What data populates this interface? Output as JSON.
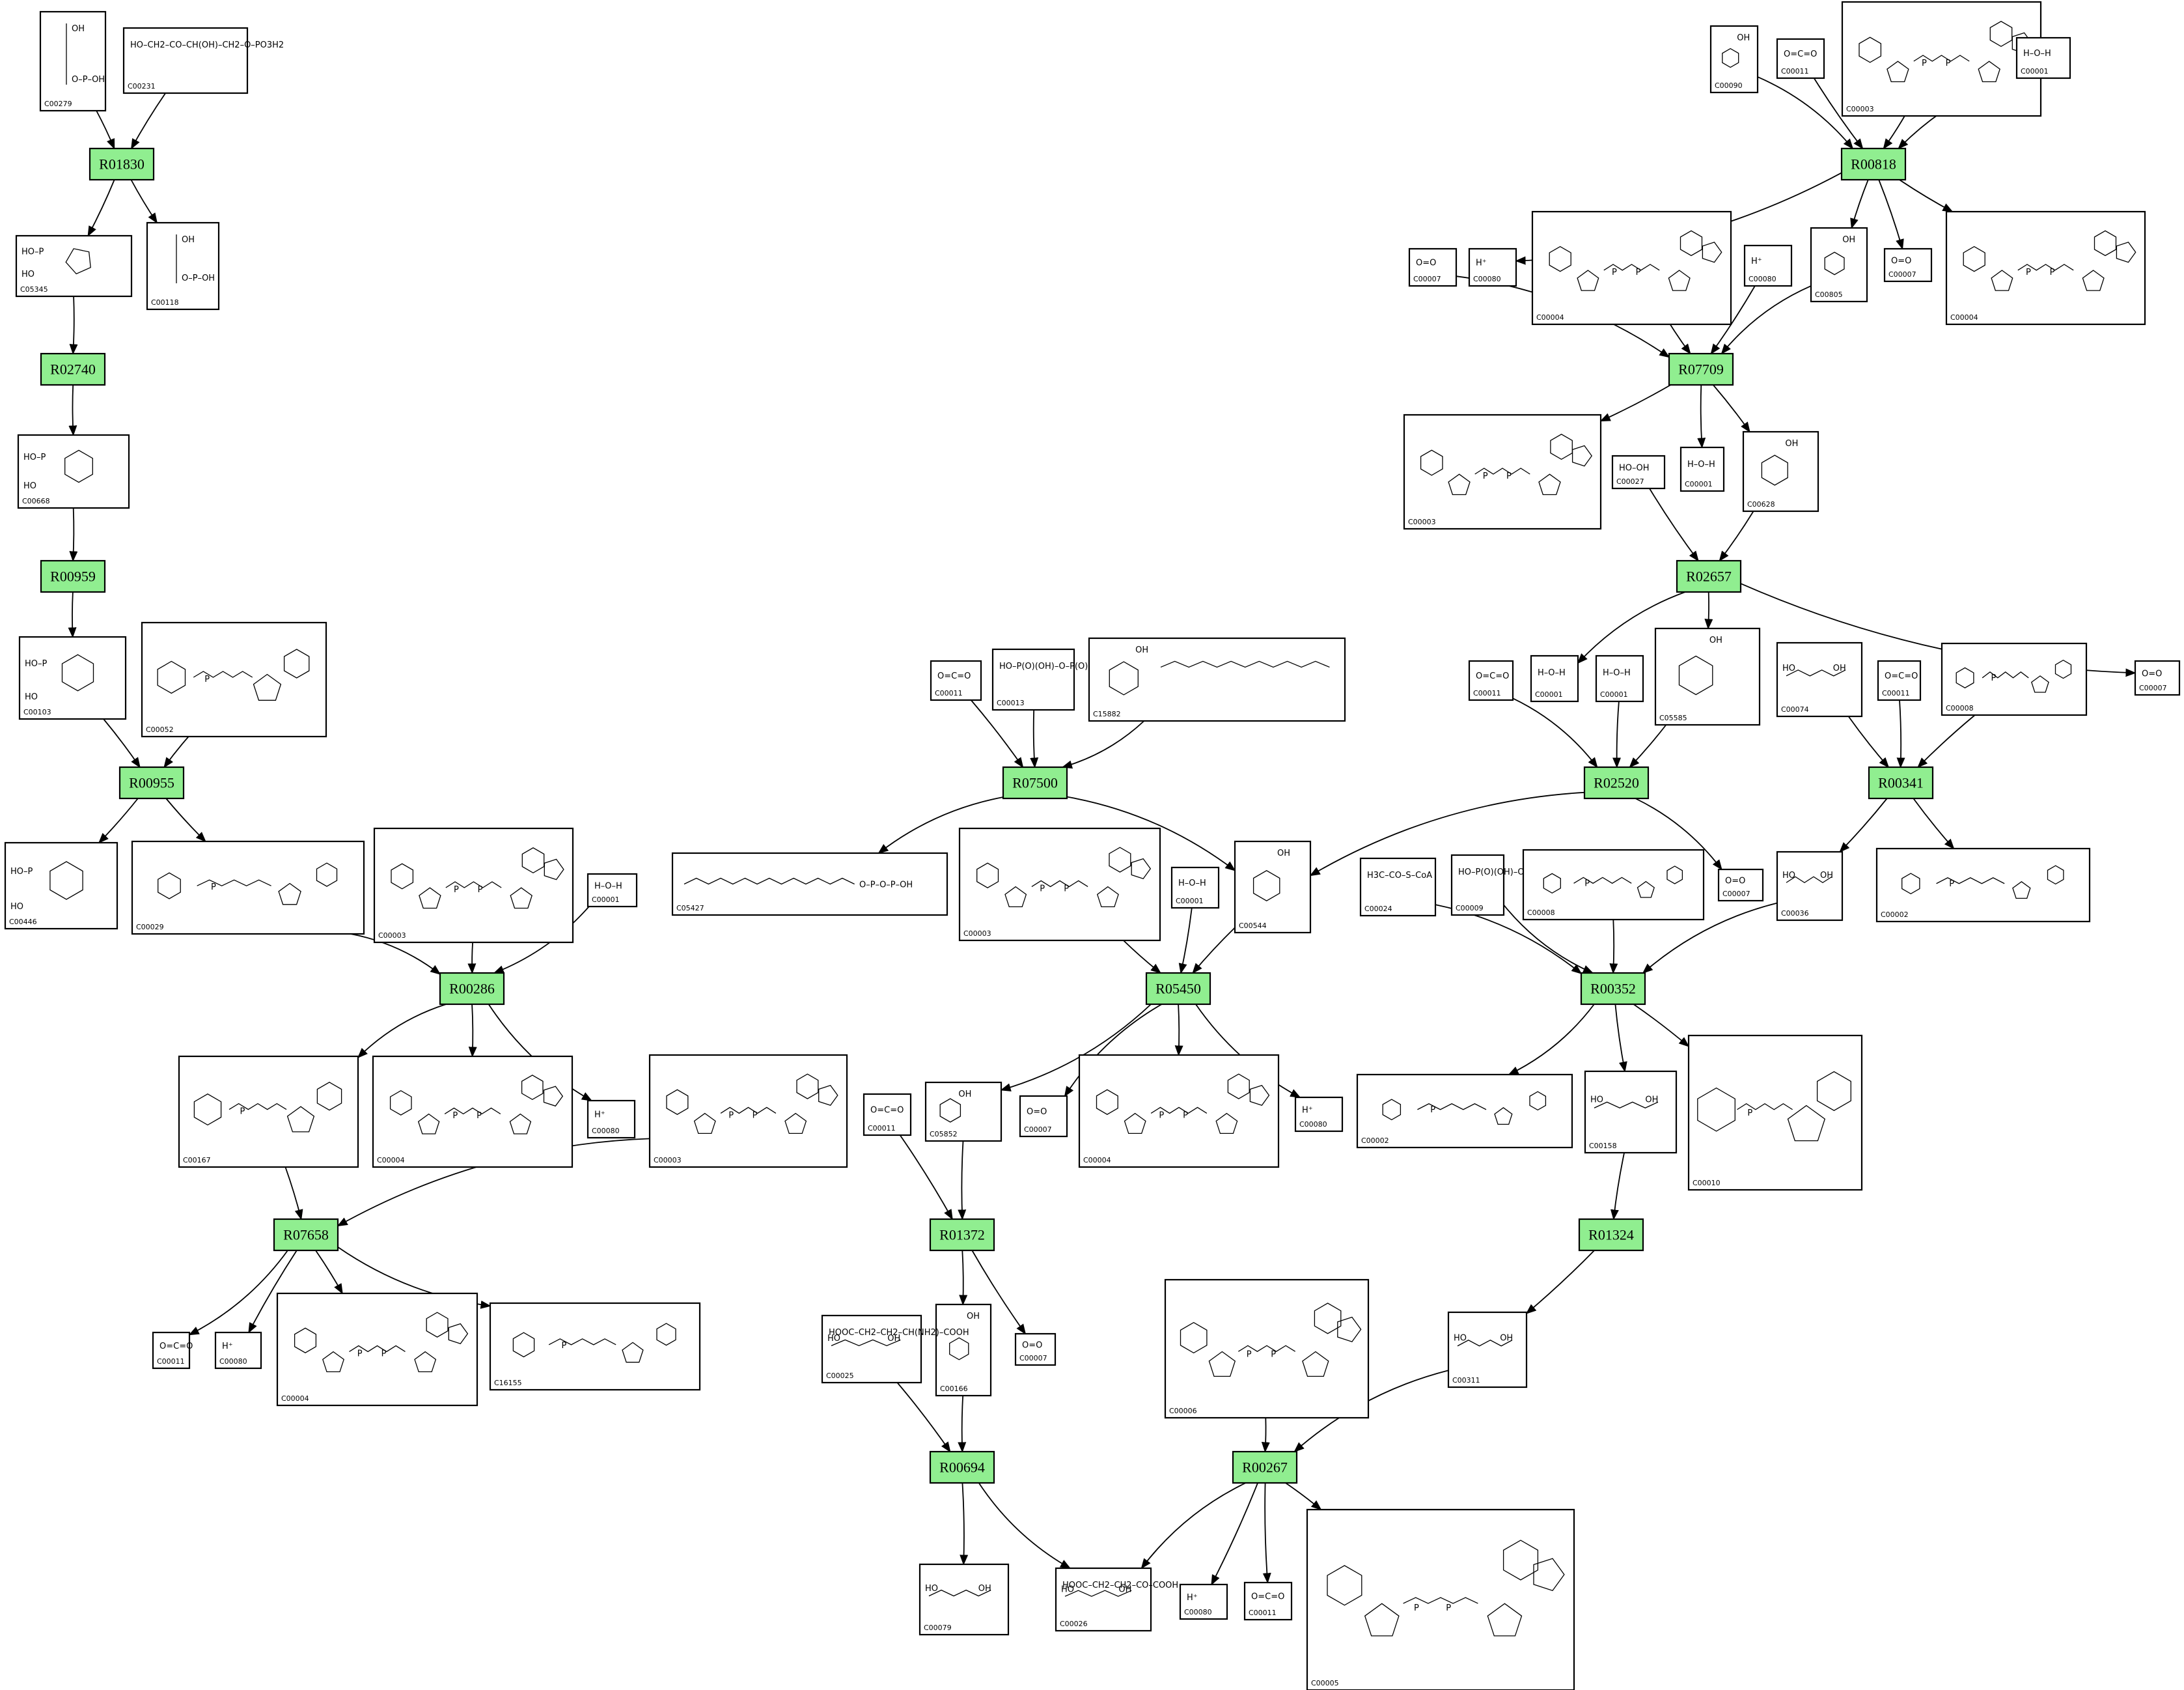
{
  "colors": {
    "reaction_fill": "#90ee90",
    "stroke": "#000000",
    "background": "#ffffff"
  },
  "reactions": [
    {
      "id": "r1",
      "label": "R01830"
    },
    {
      "id": "r2",
      "label": "R02740"
    },
    {
      "id": "r3",
      "label": "R00959"
    },
    {
      "id": "r4",
      "label": "R00955"
    },
    {
      "id": "r5",
      "label": "R00286"
    },
    {
      "id": "r6",
      "label": "R07658"
    },
    {
      "id": "r7",
      "label": "R07500"
    },
    {
      "id": "r8",
      "label": "R05450"
    },
    {
      "id": "r9",
      "label": "R01372"
    },
    {
      "id": "r10",
      "label": "R00694"
    },
    {
      "id": "r11",
      "label": "R00818"
    },
    {
      "id": "r12",
      "label": "R07709"
    },
    {
      "id": "r13",
      "label": "R02657"
    },
    {
      "id": "r14",
      "label": "R02520"
    },
    {
      "id": "r15",
      "label": "R00341"
    },
    {
      "id": "r16",
      "label": "R00352"
    },
    {
      "id": "r17",
      "label": "R01324"
    },
    {
      "id": "r18",
      "label": "R00267"
    }
  ],
  "compounds": [
    {
      "id": "c1",
      "label": "C00279",
      "formula": "",
      "icon": "aldose-phosphate"
    },
    {
      "id": "c2",
      "label": "C00231",
      "formula": "HO–CH2–CO–CH(OH)–CH2–O–PO3H2",
      "icon": "ketose-phosphate"
    },
    {
      "id": "c3",
      "label": "C05345",
      "formula": "",
      "icon": "furanose-phosphate"
    },
    {
      "id": "c4",
      "label": "C00118",
      "formula": "",
      "icon": "glyceraldehyde-phosphate"
    },
    {
      "id": "c5",
      "label": "C00668",
      "formula": "",
      "icon": "pyranose-phosphate"
    },
    {
      "id": "c6",
      "label": "C00103",
      "formula": "",
      "icon": "pyranose-phosphate"
    },
    {
      "id": "c7",
      "label": "C00052",
      "formula": "",
      "icon": "nucleotide-sugar"
    },
    {
      "id": "c8",
      "label": "C00446",
      "formula": "",
      "icon": "pyranose-phosphate"
    },
    {
      "id": "c9",
      "label": "C00029",
      "formula": "",
      "icon": "nucleotide-sugar"
    },
    {
      "id": "c10",
      "label": "C00003",
      "formula": "",
      "icon": "dinucleotide"
    },
    {
      "id": "c11",
      "label": "C00001",
      "formula": "H–O–H",
      "icon": "water"
    },
    {
      "id": "c12",
      "label": "C00167",
      "formula": "",
      "icon": "nucleotide-sugar"
    },
    {
      "id": "c13",
      "label": "C00004",
      "formula": "",
      "icon": "dinucleotide"
    },
    {
      "id": "c14",
      "label": "C00080",
      "formula": "H⁺",
      "icon": "proton"
    },
    {
      "id": "c15",
      "label": "C00003",
      "formula": "",
      "icon": "dinucleotide"
    },
    {
      "id": "c16",
      "label": "C00011",
      "formula": "O=C=O",
      "icon": "co2"
    },
    {
      "id": "c17",
      "label": "C00080",
      "formula": "H⁺",
      "icon": "proton"
    },
    {
      "id": "c18",
      "label": "C00004",
      "formula": "",
      "icon": "dinucleotide"
    },
    {
      "id": "c19",
      "label": "C16155",
      "formula": "",
      "icon": "nucleotide-sugar"
    },
    {
      "id": "c20",
      "label": "C00011",
      "formula": "O=C=O",
      "icon": "co2"
    },
    {
      "id": "c21",
      "label": "C00013",
      "formula": "HO–P(O)(OH)–O–P(O)(OH)–OH",
      "icon": "diphosphate"
    },
    {
      "id": "c22",
      "label": "C15882",
      "formula": "",
      "icon": "prenyl-hydroquinone"
    },
    {
      "id": "c23",
      "label": "C05427",
      "formula": "",
      "icon": "prenyl-diphosphate"
    },
    {
      "id": "c24",
      "label": "C00544",
      "formula": "",
      "icon": "aromatic-acid"
    },
    {
      "id": "c25",
      "label": "C00003",
      "formula": "",
      "icon": "dinucleotide"
    },
    {
      "id": "c26",
      "label": "C00001",
      "formula": "H–O–H",
      "icon": "water"
    },
    {
      "id": "c27",
      "label": "C00011",
      "formula": "O=C=O",
      "icon": "co2"
    },
    {
      "id": "c28",
      "label": "C05852",
      "formula": "",
      "icon": "aromatic-acid"
    },
    {
      "id": "c29",
      "label": "C00007",
      "formula": "O=O",
      "icon": "o2"
    },
    {
      "id": "c30",
      "label": "C00004",
      "formula": "",
      "icon": "dinucleotide"
    },
    {
      "id": "c31",
      "label": "C00080",
      "formula": "H⁺",
      "icon": "proton"
    },
    {
      "id": "c32",
      "label": "C00166",
      "formula": "",
      "icon": "aromatic-acid"
    },
    {
      "id": "c33",
      "label": "C00007",
      "formula": "O=O",
      "icon": "o2"
    },
    {
      "id": "c34",
      "label": "C00025",
      "formula": "HOOC–CH2–CH2–CH(NH2)–COOH",
      "icon": "amino-acid"
    },
    {
      "id": "c35",
      "label": "C00079",
      "formula": "",
      "icon": "amino-acid"
    },
    {
      "id": "c36",
      "label": "C00026",
      "formula": "HOOC–CH2–CH2–CO–COOH",
      "icon": "keto-acid"
    },
    {
      "id": "c37",
      "label": "C00090",
      "formula": "",
      "icon": "phenol"
    },
    {
      "id": "c38",
      "label": "C00011",
      "formula": "O=C=O",
      "icon": "co2"
    },
    {
      "id": "c39",
      "label": "C00003",
      "formula": "",
      "icon": "dinucleotide"
    },
    {
      "id": "c40",
      "label": "C00001",
      "formula": "H–O–H",
      "icon": "water"
    },
    {
      "id": "c41",
      "label": "C00007",
      "formula": "O=O",
      "icon": "o2"
    },
    {
      "id": "c42",
      "label": "C00080",
      "formula": "H⁺",
      "icon": "proton"
    },
    {
      "id": "c43",
      "label": "C00004",
      "formula": "",
      "icon": "dinucleotide"
    },
    {
      "id": "c44",
      "label": "C00080",
      "formula": "H⁺",
      "icon": "proton"
    },
    {
      "id": "c45",
      "label": "C00805",
      "formula": "",
      "icon": "aromatic-acid"
    },
    {
      "id": "c46",
      "label": "C00007",
      "formula": "O=O",
      "icon": "o2"
    },
    {
      "id": "c47",
      "label": "C00004",
      "formula": "",
      "icon": "dinucleotide"
    },
    {
      "id": "c48",
      "label": "C00003",
      "formula": "",
      "icon": "dinucleotide"
    },
    {
      "id": "c49",
      "label": "C00027",
      "formula": "HO–OH",
      "icon": "peroxide"
    },
    {
      "id": "c50",
      "label": "C00001",
      "formula": "H–O–H",
      "icon": "water"
    },
    {
      "id": "c51",
      "label": "C00628",
      "formula": "",
      "icon": "aromatic-acid"
    },
    {
      "id": "c52",
      "label": "C00011",
      "formula": "O=C=O",
      "icon": "co2"
    },
    {
      "id": "c53",
      "label": "C00001",
      "formula": "H–O–H",
      "icon": "water"
    },
    {
      "id": "c54",
      "label": "C00001",
      "formula": "H–O–H",
      "icon": "water"
    },
    {
      "id": "c55",
      "label": "C05585",
      "formula": "",
      "icon": "aromatic-aldehyde"
    },
    {
      "id": "c56",
      "label": "C00074",
      "formula": "",
      "icon": "enol-phosphate"
    },
    {
      "id": "c57",
      "label": "C00011",
      "formula": "O=C=O",
      "icon": "co2"
    },
    {
      "id": "c58",
      "label": "C00008",
      "formula": "",
      "icon": "nucleotide"
    },
    {
      "id": "c59",
      "label": "C00007",
      "formula": "O=O",
      "icon": "o2"
    },
    {
      "id": "c60",
      "label": "C00007",
      "formula": "O=O",
      "icon": "o2"
    },
    {
      "id": "c61",
      "label": "C00024",
      "formula": "H3C–CO–S–CoA",
      "icon": "acyl-coa"
    },
    {
      "id": "c62",
      "label": "C00009",
      "formula": "HO–P(O)(OH)–OH",
      "icon": "phosphate"
    },
    {
      "id": "c63",
      "label": "C00008",
      "formula": "",
      "icon": "nucleotide"
    },
    {
      "id": "c64",
      "label": "C00036",
      "formula": "",
      "icon": "keto-acid"
    },
    {
      "id": "c65",
      "label": "C00002",
      "formula": "",
      "icon": "nucleotide"
    },
    {
      "id": "c66",
      "label": "C00002",
      "formula": "",
      "icon": "nucleotide"
    },
    {
      "id": "c67",
      "label": "C00158",
      "formula": "",
      "icon": "tricarboxylic-acid"
    },
    {
      "id": "c68",
      "label": "C00010",
      "formula": "",
      "icon": "coenzyme-a"
    },
    {
      "id": "c69",
      "label": "C00311",
      "formula": "",
      "icon": "tricarboxylic-acid"
    },
    {
      "id": "c70",
      "label": "C00006",
      "formula": "",
      "icon": "dinucleotide"
    },
    {
      "id": "c71",
      "label": "C00080",
      "formula": "H⁺",
      "icon": "proton"
    },
    {
      "id": "c72",
      "label": "C00011",
      "formula": "O=C=O",
      "icon": "co2"
    },
    {
      "id": "c73",
      "label": "C00005",
      "formula": "",
      "icon": "dinucleotide"
    }
  ],
  "edges": [
    {
      "from": "c1",
      "to": "r1"
    },
    {
      "from": "c2",
      "to": "r1"
    },
    {
      "from": "r1",
      "to": "c3"
    },
    {
      "from": "r1",
      "to": "c4"
    },
    {
      "from": "c3",
      "to": "r2"
    },
    {
      "from": "r2",
      "to": "c5"
    },
    {
      "from": "c5",
      "to": "r3"
    },
    {
      "from": "r3",
      "to": "c6"
    },
    {
      "from": "c6",
      "to": "r4"
    },
    {
      "from": "c7",
      "to": "r4"
    },
    {
      "from": "r4",
      "to": "c8"
    },
    {
      "from": "r4",
      "to": "c9"
    },
    {
      "from": "c9",
      "to": "r5"
    },
    {
      "from": "c10",
      "to": "r5"
    },
    {
      "from": "c11",
      "to": "r5"
    },
    {
      "from": "r5",
      "to": "c12"
    },
    {
      "from": "r5",
      "to": "c13"
    },
    {
      "from": "r5",
      "to": "c14"
    },
    {
      "from": "c12",
      "to": "r6"
    },
    {
      "from": "c15",
      "to": "r6"
    },
    {
      "from": "r6",
      "to": "c16"
    },
    {
      "from": "r6",
      "to": "c17"
    },
    {
      "from": "r6",
      "to": "c18"
    },
    {
      "from": "r6",
      "to": "c19"
    },
    {
      "from": "c20",
      "to": "r7"
    },
    {
      "from": "c21",
      "to": "r7"
    },
    {
      "from": "c22",
      "to": "r7"
    },
    {
      "from": "r7",
      "to": "c23"
    },
    {
      "from": "r7",
      "to": "c24"
    },
    {
      "from": "c25",
      "to": "r8"
    },
    {
      "from": "c26",
      "to": "r8"
    },
    {
      "from": "c24",
      "to": "r8"
    },
    {
      "from": "r8",
      "to": "c28"
    },
    {
      "from": "r8",
      "to": "c29"
    },
    {
      "from": "r8",
      "to": "c30"
    },
    {
      "from": "r8",
      "to": "c31"
    },
    {
      "from": "c27",
      "to": "r9"
    },
    {
      "from": "c28",
      "to": "r9"
    },
    {
      "from": "r9",
      "to": "c32"
    },
    {
      "from": "r9",
      "to": "c33"
    },
    {
      "from": "c34",
      "to": "r10"
    },
    {
      "from": "c32",
      "to": "r10"
    },
    {
      "from": "r10",
      "to": "c35"
    },
    {
      "from": "r10",
      "to": "c36"
    },
    {
      "from": "c37",
      "to": "r11"
    },
    {
      "from": "c38",
      "to": "r11"
    },
    {
      "from": "c39",
      "to": "r11"
    },
    {
      "from": "c40",
      "to": "r11"
    },
    {
      "from": "r11",
      "to": "c42"
    },
    {
      "from": "r11",
      "to": "c45"
    },
    {
      "from": "r11",
      "to": "c46"
    },
    {
      "from": "r11",
      "to": "c47"
    },
    {
      "from": "c41",
      "to": "r12"
    },
    {
      "from": "c43",
      "to": "r12"
    },
    {
      "from": "c44",
      "to": "r12"
    },
    {
      "from": "c45",
      "to": "r12"
    },
    {
      "from": "r12",
      "to": "c48"
    },
    {
      "from": "r12",
      "to": "c50"
    },
    {
      "from": "r12",
      "to": "c51"
    },
    {
      "from": "c49",
      "to": "r13"
    },
    {
      "from": "c51",
      "to": "r13"
    },
    {
      "from": "r13",
      "to": "c53"
    },
    {
      "from": "r13",
      "to": "c55"
    },
    {
      "from": "r13",
      "to": "c59"
    },
    {
      "from": "c52",
      "to": "r14"
    },
    {
      "from": "c54",
      "to": "r14"
    },
    {
      "from": "c55",
      "to": "r14"
    },
    {
      "from": "r14",
      "to": "c24"
    },
    {
      "from": "r14",
      "to": "c60"
    },
    {
      "from": "c56",
      "to": "r15"
    },
    {
      "from": "c57",
      "to": "r15"
    },
    {
      "from": "c58",
      "to": "r15"
    },
    {
      "from": "r15",
      "to": "c64"
    },
    {
      "from": "r15",
      "to": "c65"
    },
    {
      "from": "c61",
      "to": "r16"
    },
    {
      "from": "c62",
      "to": "r16"
    },
    {
      "from": "c63",
      "to": "r16"
    },
    {
      "from": "c64",
      "to": "r16"
    },
    {
      "from": "r16",
      "to": "c66"
    },
    {
      "from": "r16",
      "to": "c67"
    },
    {
      "from": "r16",
      "to": "c68"
    },
    {
      "from": "c67",
      "to": "r17"
    },
    {
      "from": "r17",
      "to": "c69"
    },
    {
      "from": "c69",
      "to": "r18"
    },
    {
      "from": "c70",
      "to": "r18"
    },
    {
      "from": "r18",
      "to": "c36"
    },
    {
      "from": "r18",
      "to": "c71"
    },
    {
      "from": "r18",
      "to": "c72"
    },
    {
      "from": "r18",
      "to": "c73"
    }
  ]
}
